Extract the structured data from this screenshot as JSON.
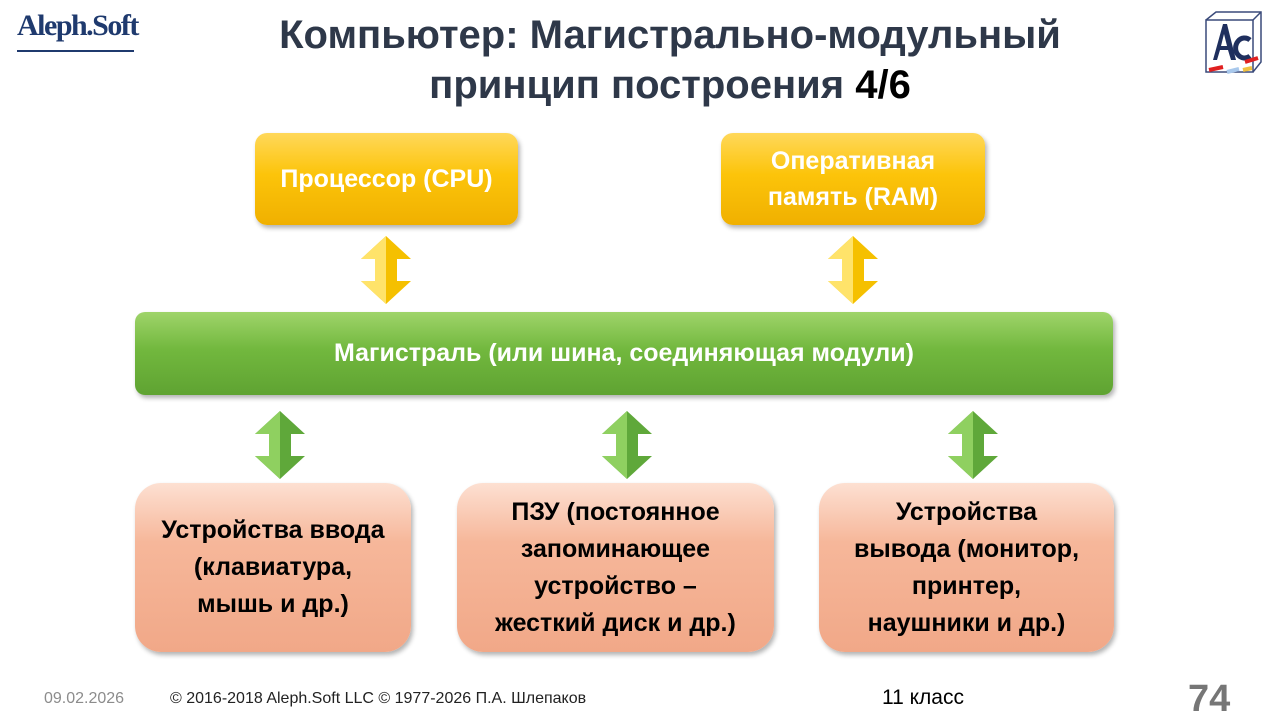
{
  "header": {
    "logo_left": "Aleph.Soft",
    "logo_right": "AC",
    "title_line1": "Компьютер: Магистрально-модульный",
    "title_line2": "принцип построения",
    "title_number": "4/6"
  },
  "diagram": {
    "cpu": "Процессор (CPU)",
    "ram_line1": "Оперативная",
    "ram_line2": "память (RAM)",
    "bus": "Магистраль (или шина, соединяющая модули)",
    "input": [
      "Устройства ввода",
      "(клавиатура,",
      "мышь и др.)"
    ],
    "rom": [
      "ПЗУ (постоянное",
      "запоминающее",
      "устройство –",
      "жесткий диск и др.)"
    ],
    "output": [
      "Устройства",
      "вывода (монитор,",
      "принтер,",
      "наушники и др.)"
    ]
  },
  "footer": {
    "date": "09.02.2026",
    "copyright": "© 2016-2018 Aleph.Soft LLC © 1977-2026 П.А. Шлепаков",
    "grade": "11 класс",
    "page": "74"
  },
  "colors": {
    "yellow": "#fcc40a",
    "green": "#72b83e",
    "salmon": "#f4b093",
    "title": "#2e3849"
  }
}
